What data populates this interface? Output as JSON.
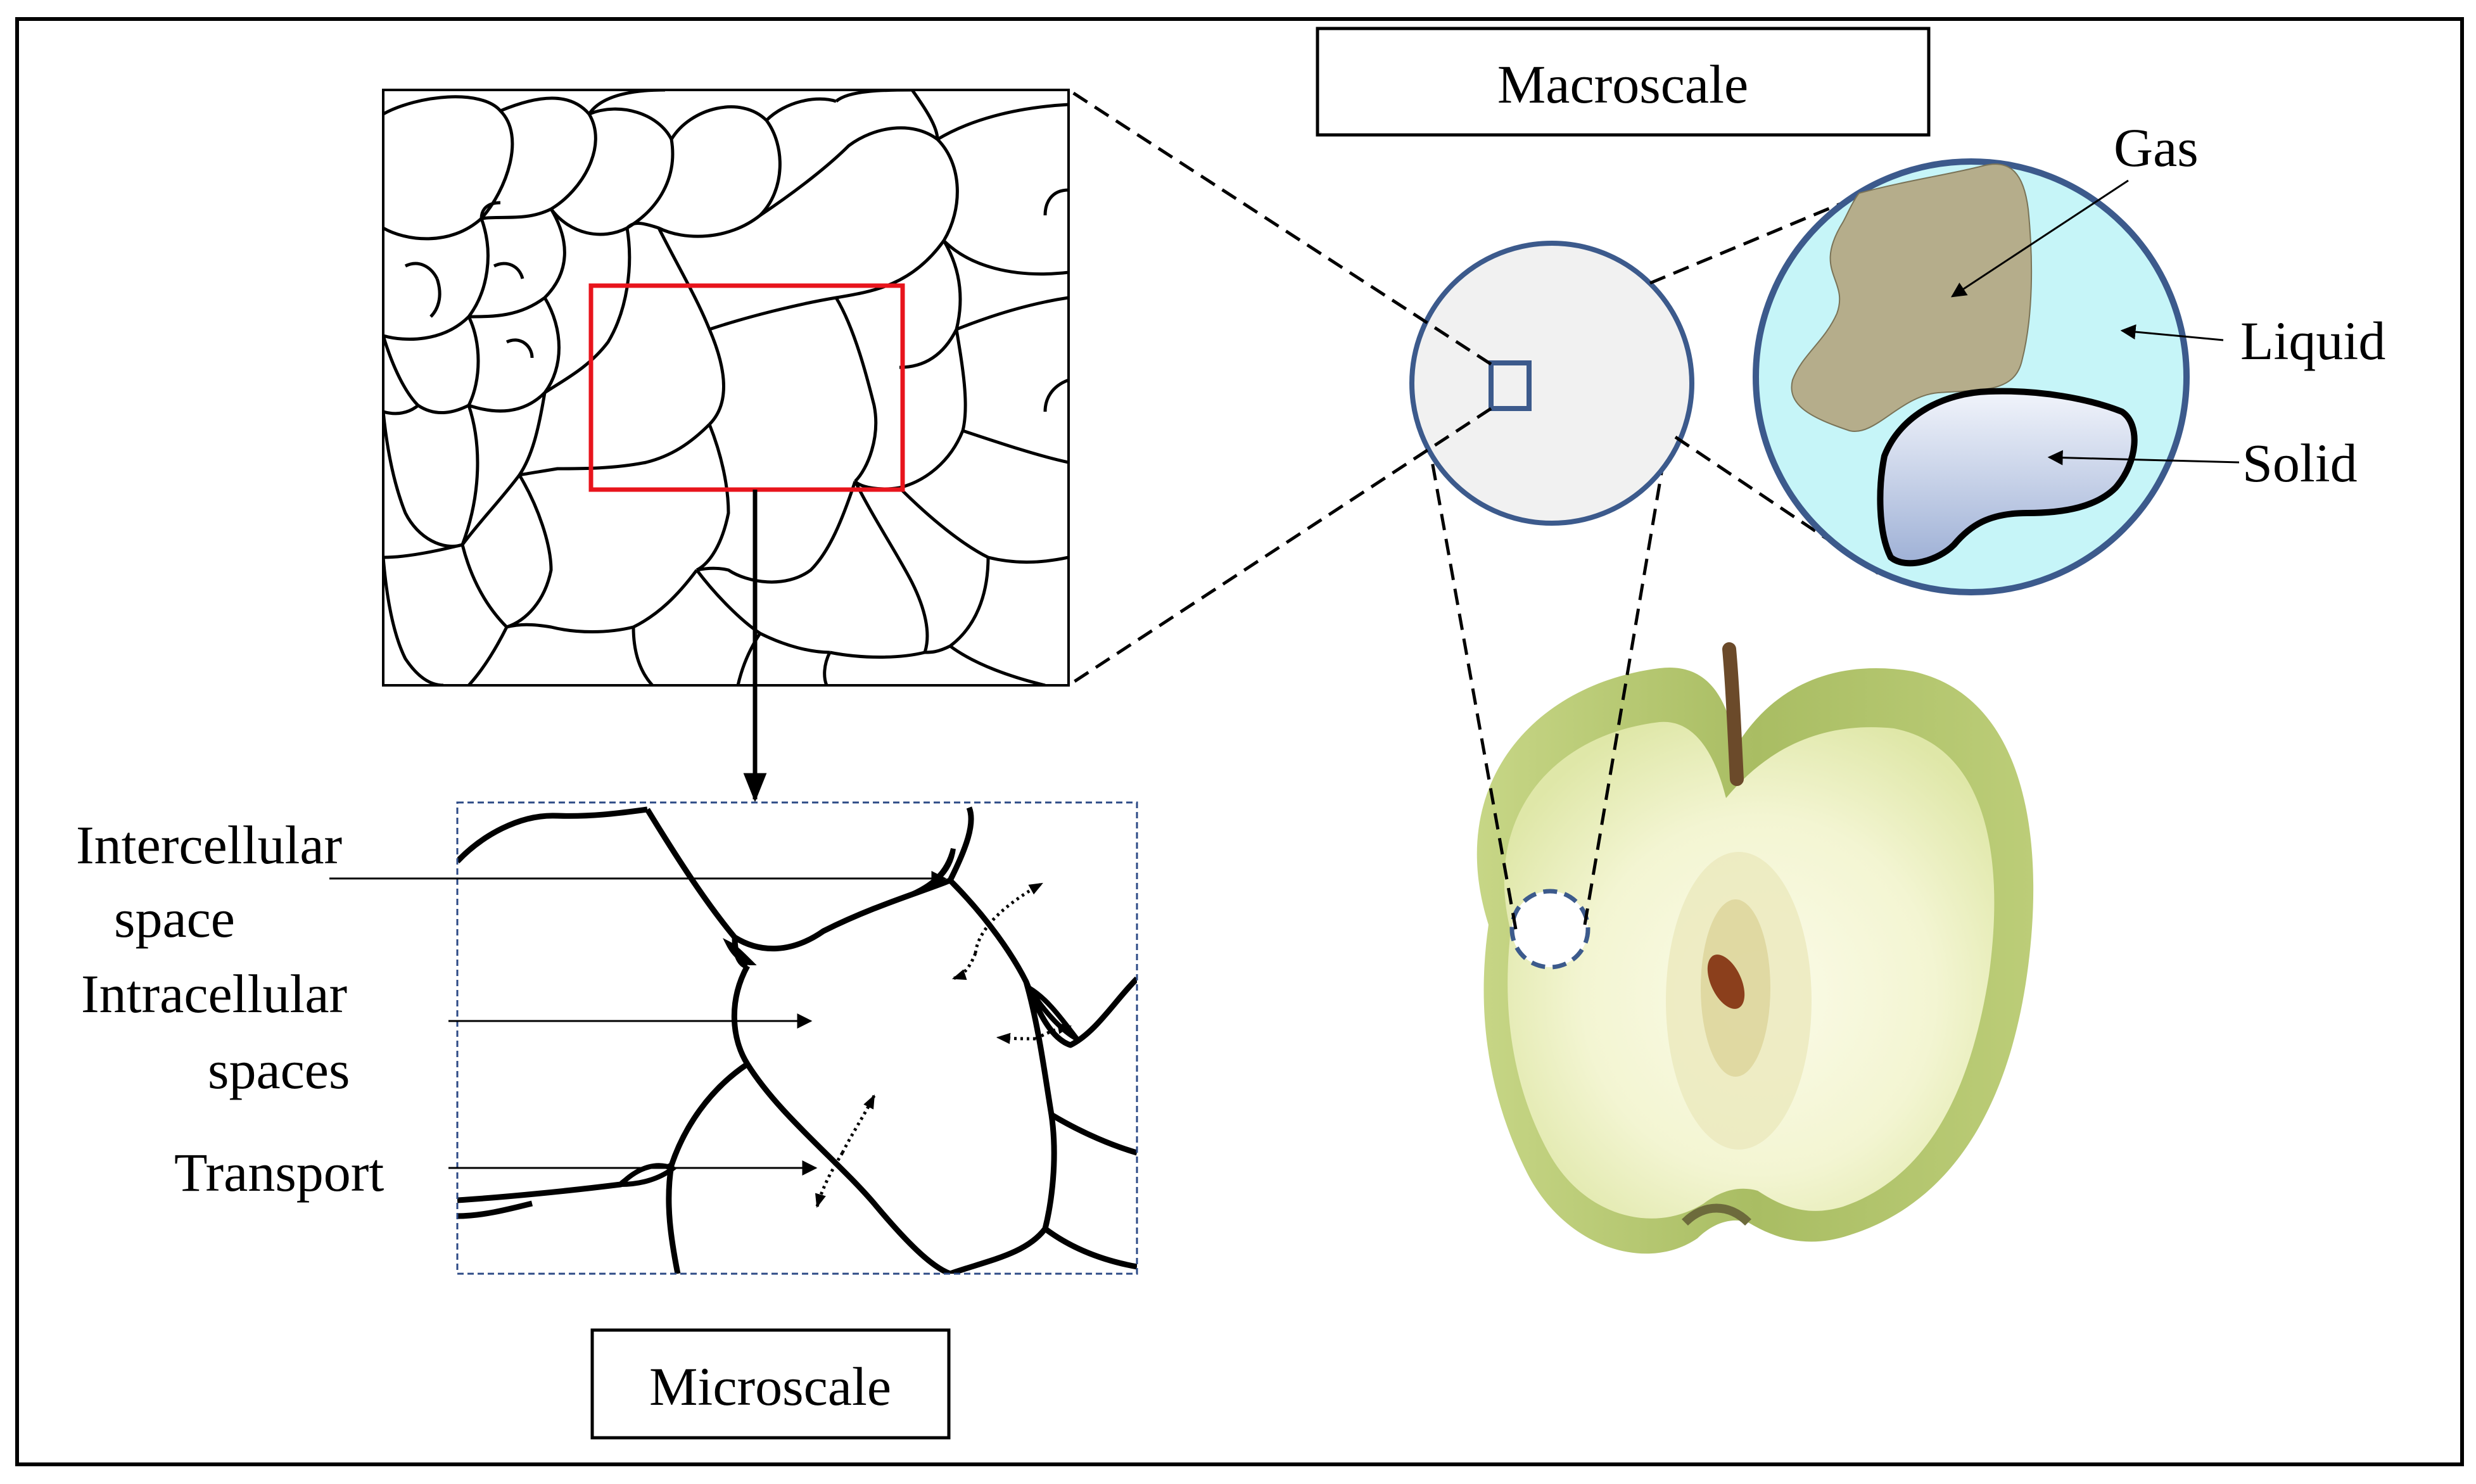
{
  "labels": {
    "macroscale": "Macroscale",
    "microscale": "Microscale",
    "gas": "Gas",
    "liquid": "Liquid",
    "solid": "Solid",
    "intercellular_line1": "Intercellular",
    "intercellular_line2": "space",
    "intracellular_line1": "Intracellular",
    "intracellular_line2": "spaces",
    "transport": "Transport"
  },
  "colors": {
    "zoom_box": "#e8141c",
    "circle_stroke": "#3c5a8c",
    "gas": "#b5ad8b",
    "liquid": "#c6f5f8",
    "solid_top": "#f1f4fb",
    "solid_bottom": "#9fb1d6",
    "apple_peel": "#a9bd63",
    "apple_flesh": "#f2f4d0",
    "seed": "#8b3f1c"
  }
}
